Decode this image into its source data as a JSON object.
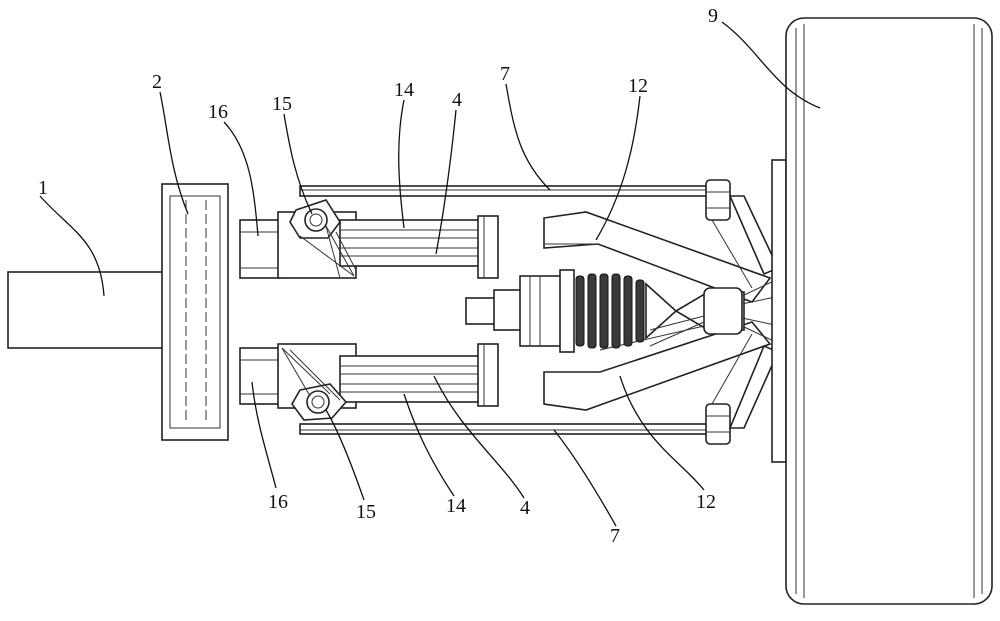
{
  "labels": {
    "l1": "1",
    "l2": "2",
    "l16a": "16",
    "l15a": "15",
    "l14a": "14",
    "l4a": "4",
    "l7a": "7",
    "l12a": "12",
    "l9": "9",
    "l16b": "16",
    "l15b": "15",
    "l14b": "14",
    "l4b": "4",
    "l7b": "7",
    "l12b": "12"
  }
}
